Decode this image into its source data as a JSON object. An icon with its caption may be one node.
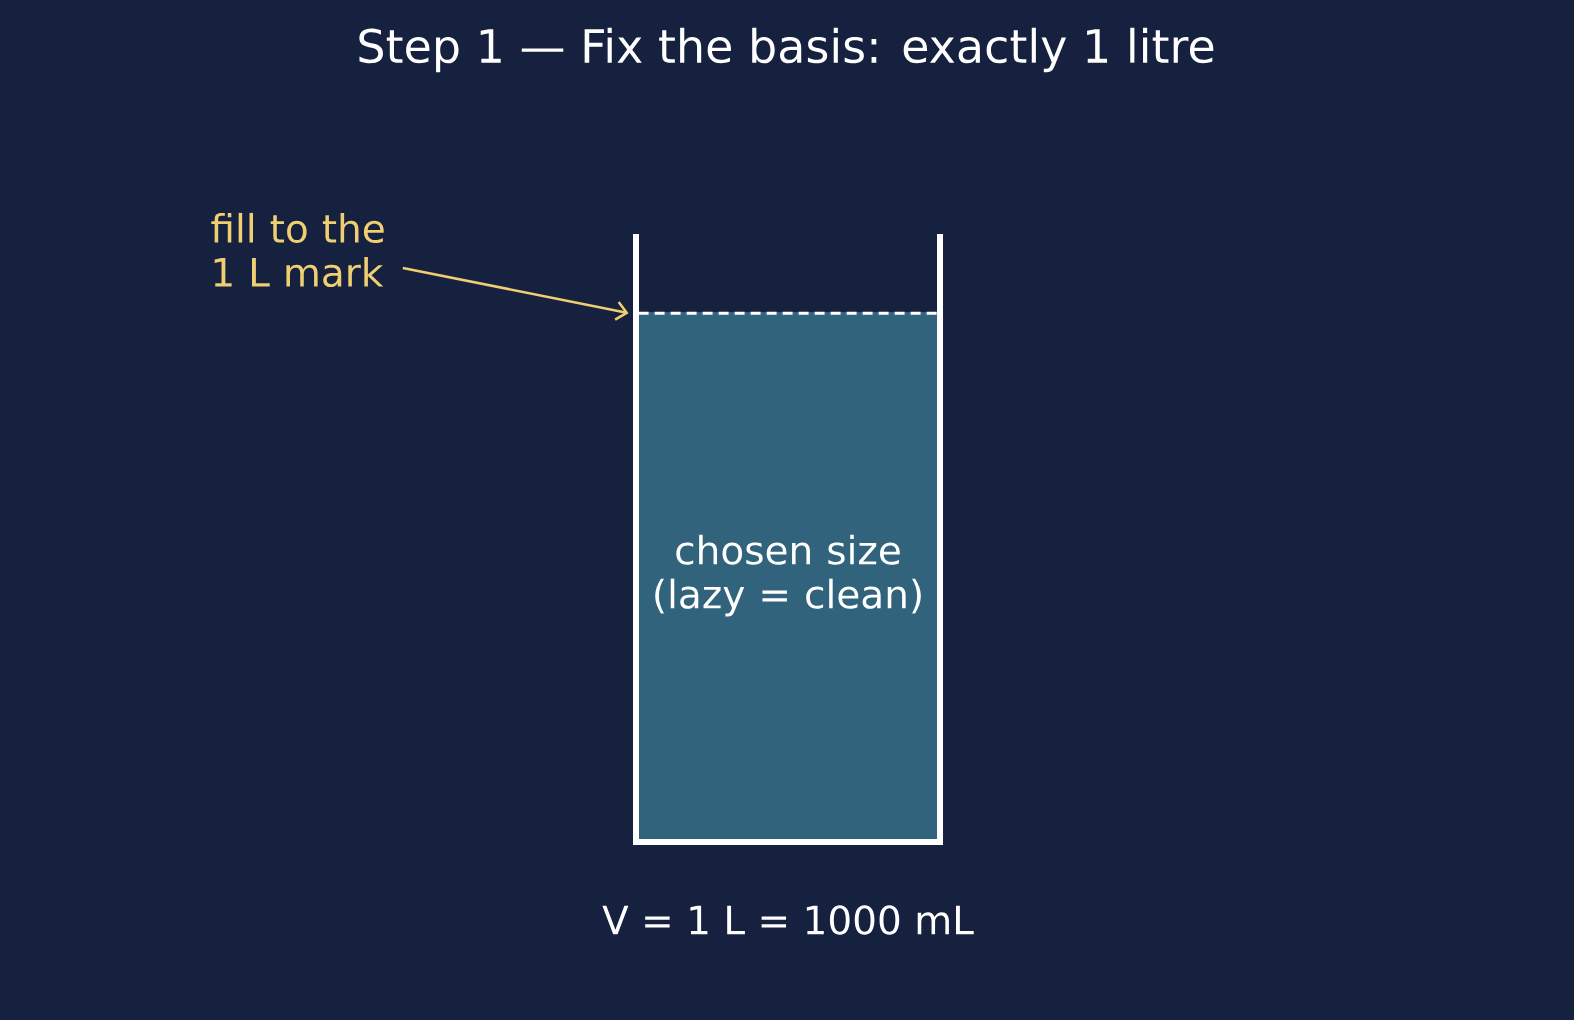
{
  "diagram": {
    "title": "Step 1 — Fix the basis: exactly 1 litre",
    "nodes": [
      {
        "text": [
          "fill to the 1 L mark"
        ]
      },
      {
        "text": [
          "chosen size (lazy = clean)"
        ]
      },
      {
        "text": [],
        "shape": "line",
        "in": 1
      }
    ],
    "edges": [
      {
        "from": 0,
        "to": 2,
        "arrow": "to"
      }
    ],
    "labels": [
      "V = 1 L = 1000 mL"
    ]
  }
}
